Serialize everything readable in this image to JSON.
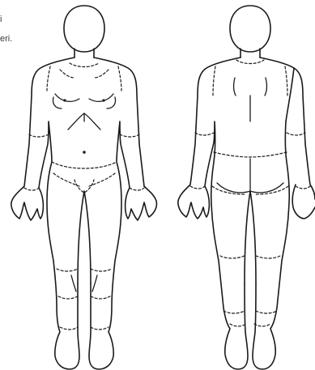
{
  "caption": {
    "line_top": "i",
    "line_bottom": "eri."
  },
  "colors": {
    "background": "#ffffff",
    "line": "#1a1a1a",
    "caption_text": "#3a3a3a"
  },
  "figures": [
    {
      "view": "front",
      "icon": "human-body-front-outline"
    },
    {
      "view": "back",
      "icon": "human-body-back-outline"
    }
  ]
}
